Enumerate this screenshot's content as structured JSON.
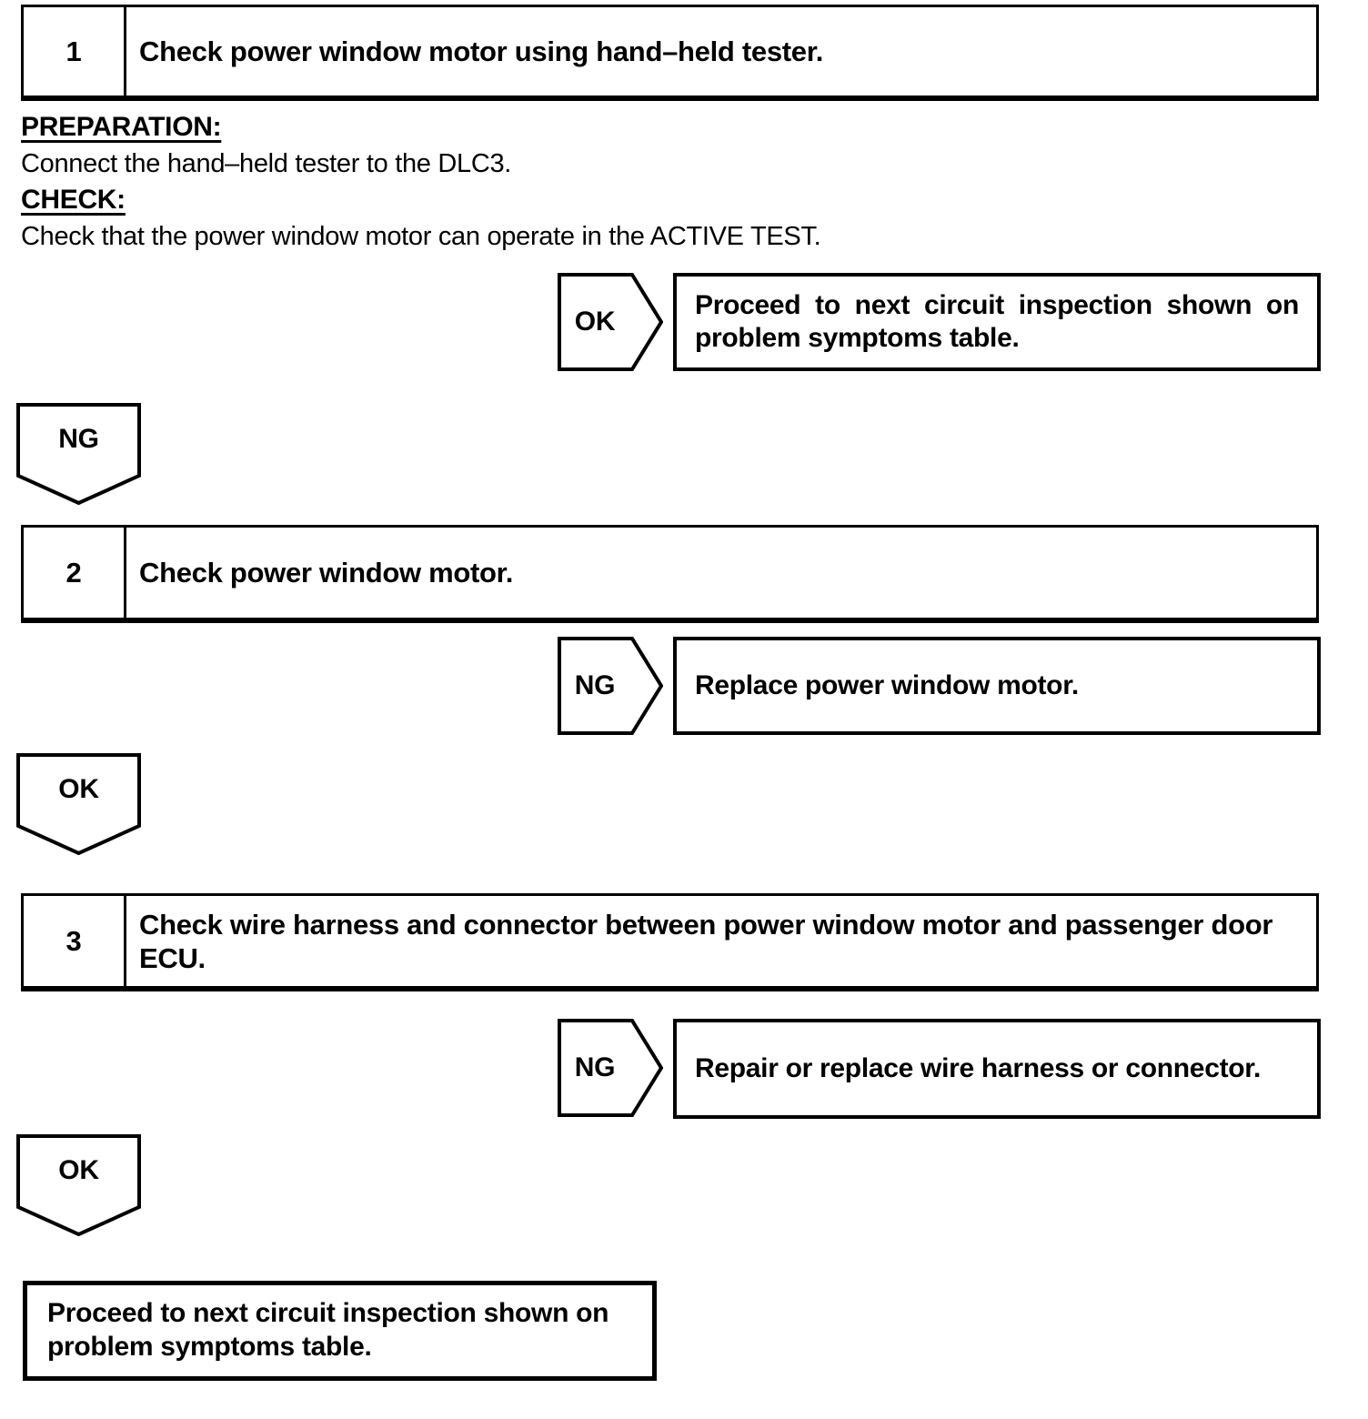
{
  "colors": {
    "ink": "#000000",
    "paper": "#ffffff"
  },
  "steps": [
    {
      "number": "1",
      "title": "Check power window motor using hand–held tester."
    },
    {
      "number": "2",
      "title": "Check power window motor."
    },
    {
      "number": "3",
      "title": "Check wire harness and connector between power window motor and passenger door ECU."
    }
  ],
  "step1_details": {
    "preparation_label": "PREPARATION:",
    "preparation_text": "Connect the hand–held tester to the DLC3.",
    "check_label": "CHECK:",
    "check_text": "Check that the power window motor can operate in the ACTIVE TEST."
  },
  "branch_rows": [
    {
      "tag": "OK",
      "result": "Proceed to next circuit inspection shown on problem symptoms table."
    },
    {
      "tag": "NG",
      "result": "Replace power window motor."
    },
    {
      "tag": "NG",
      "result": "Repair or replace wire harness or connector."
    }
  ],
  "down_connectors": [
    {
      "tag": "NG"
    },
    {
      "tag": "OK"
    },
    {
      "tag": "OK"
    }
  ],
  "final_box": {
    "text": "Proceed to next circuit inspection shown on problem symptoms table."
  }
}
